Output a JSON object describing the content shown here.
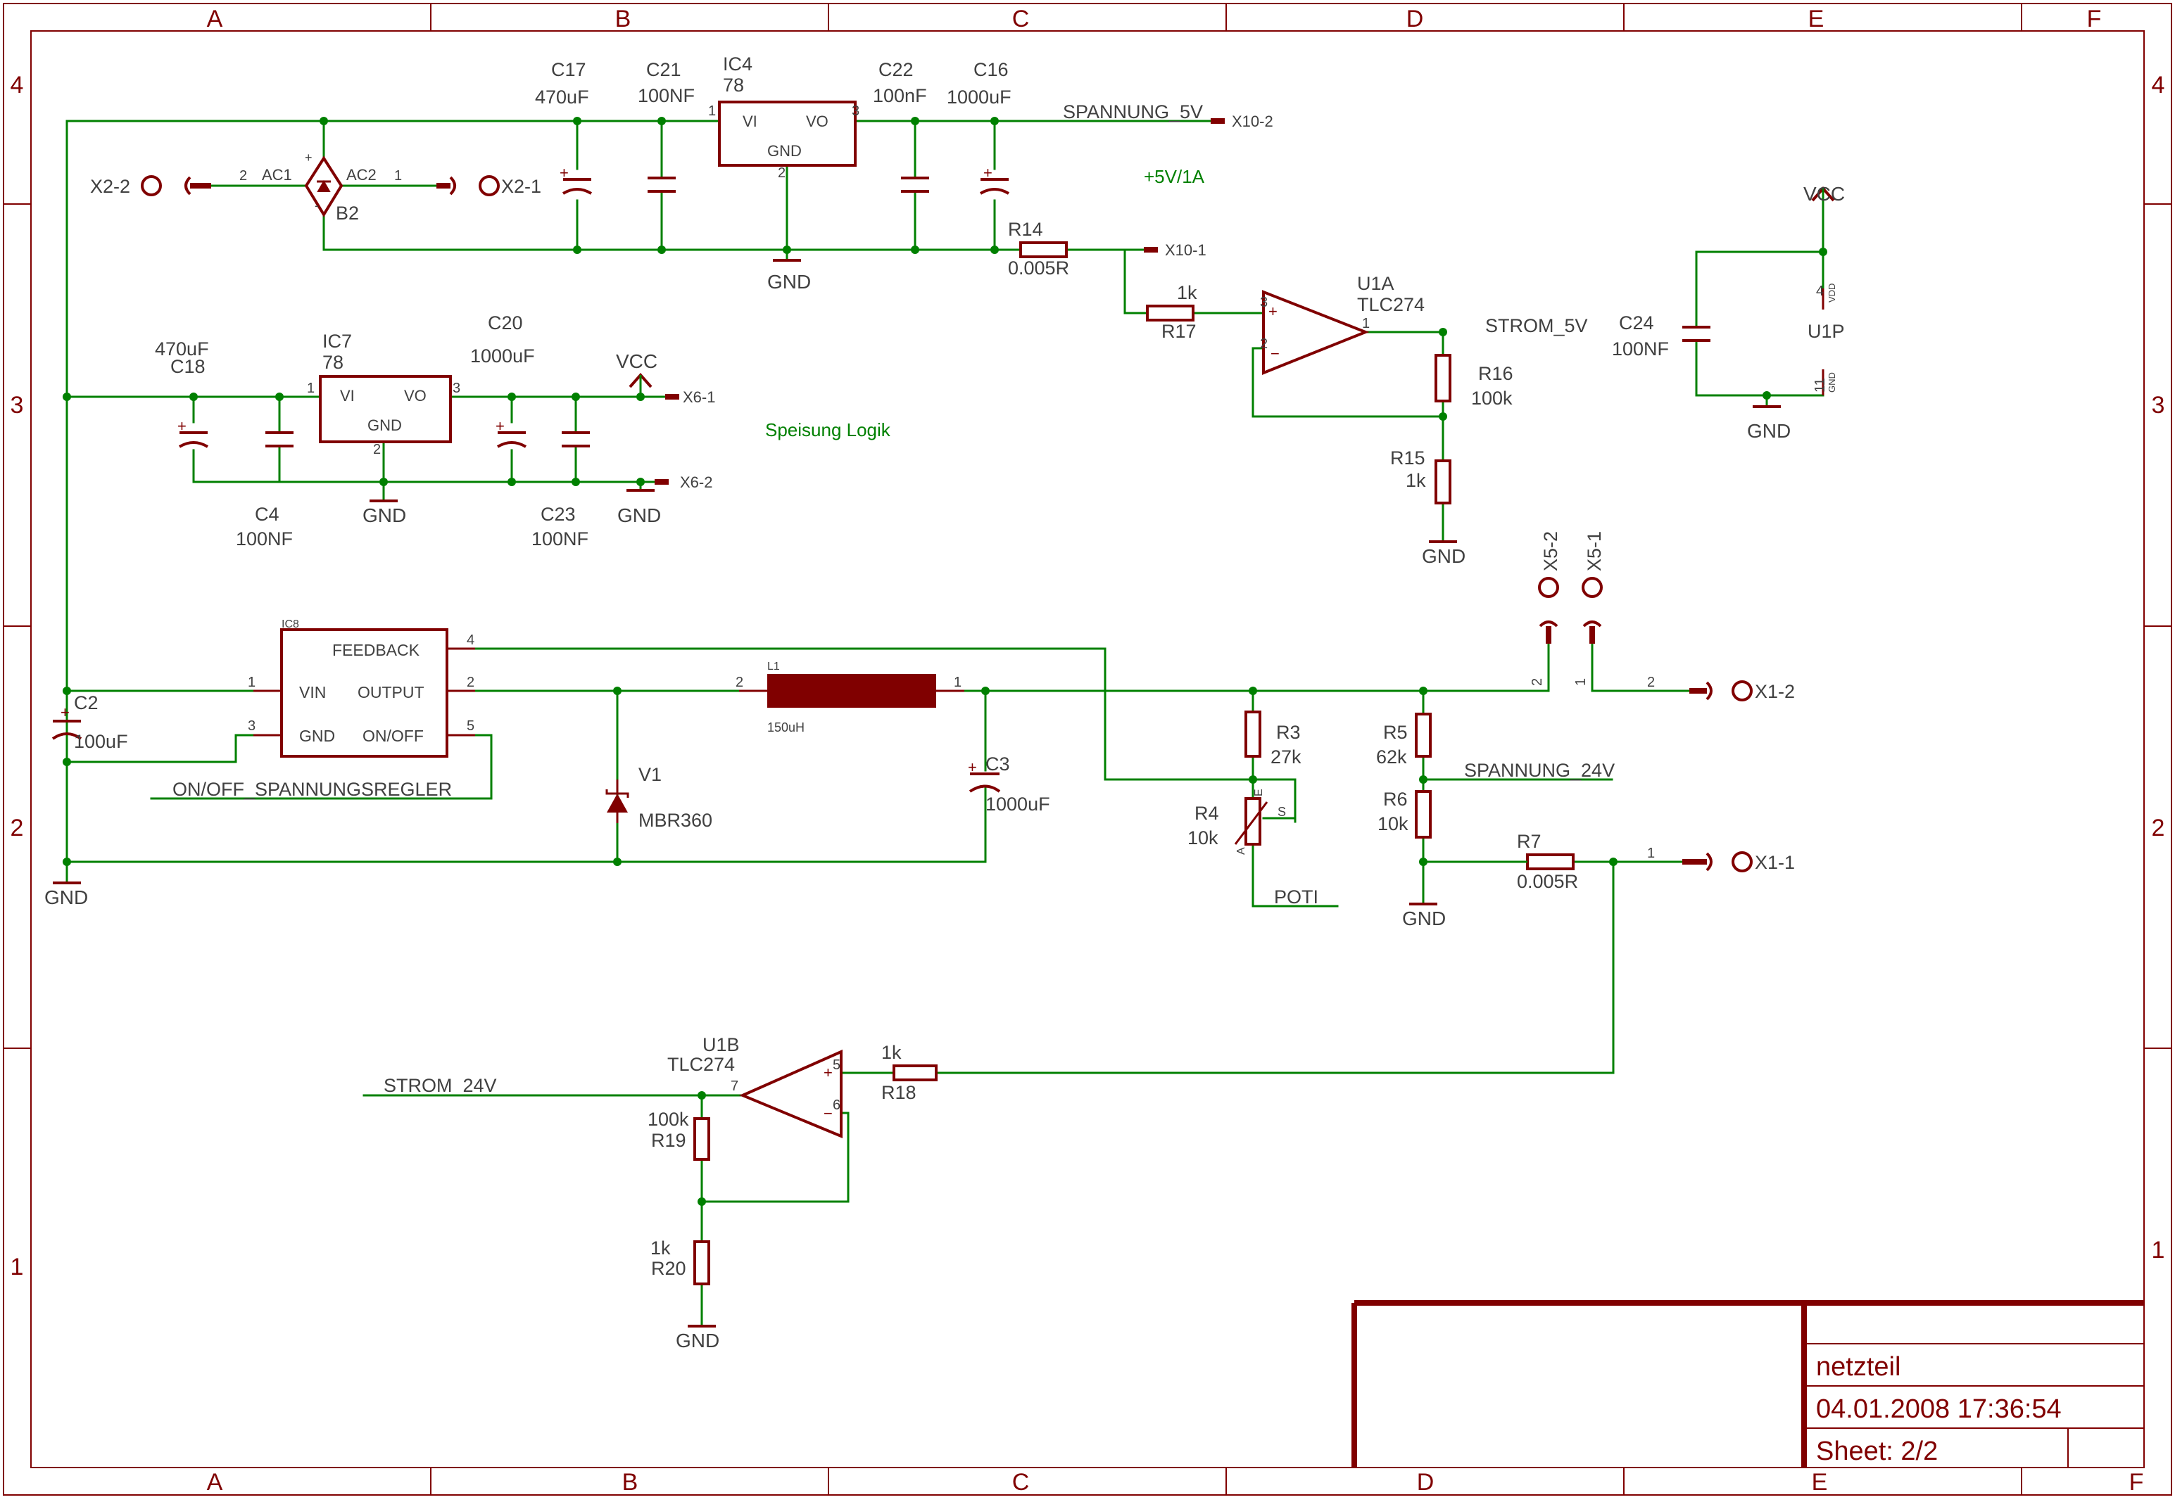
{
  "frame": {
    "columns": [
      "A",
      "B",
      "C",
      "D",
      "E",
      "F"
    ],
    "rows": [
      "4",
      "3",
      "2",
      "1"
    ]
  },
  "title_block": {
    "name": "netzteil",
    "datetime": "04.01.2008 17:36:54",
    "sheet": "Sheet: 2/2"
  },
  "colors": {
    "part": "#800000",
    "net": "#008000",
    "frame": "#800000",
    "label": "#404040"
  },
  "notes": {
    "speisung": "Speisung Logik",
    "rating": "+5V/1A"
  },
  "nets": {
    "spannung_5v": "SPANNUNG_5V",
    "strom_5v": "STROM_5V",
    "spannung_24v": "SPANNUNG_24V",
    "strom_24v": "STROM_24V",
    "onoff": "ON/OFF_SPANNUNGSREGLER",
    "poti": "POTI"
  },
  "connectors": {
    "x2_2": "X2-2",
    "x2_1": "X2-1",
    "x10_2": "X10-2",
    "x10_1": "X10-1",
    "x6_1": "X6-1",
    "x6_2": "X6-2",
    "x1_2": "X1-2",
    "x1_1": "X1-1",
    "x5_2": "X5-2",
    "x5_1": "X5-1"
  },
  "supply": {
    "vcc": "VCC",
    "gnd": "GND"
  },
  "pins": {
    "p1": "1",
    "p2": "2",
    "p3": "3",
    "p4": "4",
    "p5": "5",
    "p6": "6",
    "p7": "7",
    "p11": "11"
  },
  "parts": {
    "c17": {
      "name": "C17",
      "value": "470uF"
    },
    "c21": {
      "name": "C21",
      "value": "100NF"
    },
    "ic4": {
      "name": "IC4",
      "value": "78",
      "vi": "VI",
      "vo": "VO",
      "gnd": "GND"
    },
    "c22": {
      "name": "C22",
      "value": "100nF"
    },
    "c16": {
      "name": "C16",
      "value": "1000uF"
    },
    "r14": {
      "name": "R14",
      "value": "0.005R"
    },
    "b2": {
      "name": "B2",
      "ac1": "AC1",
      "ac2": "AC2",
      "plus": "+",
      "minus": "-"
    },
    "ic7": {
      "name": "IC7",
      "value": "78",
      "vi": "VI",
      "vo": "VO",
      "gnd": "GND"
    },
    "c18": {
      "name": "C18",
      "value": "470uF"
    },
    "c20": {
      "name": "C20",
      "value": "1000uF"
    },
    "c4": {
      "name": "C4",
      "value": "100NF"
    },
    "c23": {
      "name": "C23",
      "value": "100NF"
    },
    "r17": {
      "name": "R17",
      "value": "1k"
    },
    "u1a": {
      "name": "U1A",
      "value": "TLC274"
    },
    "r16": {
      "name": "R16",
      "value": "100k"
    },
    "r15": {
      "name": "R15",
      "value": "1k"
    },
    "c24": {
      "name": "C24",
      "value": "100NF"
    },
    "u1p": {
      "name": "U1P",
      "vdd": "VDD",
      "gnd": "GND"
    },
    "ic8": {
      "name": "IC8",
      "feedback": "FEEDBACK",
      "vin": "VIN",
      "output": "OUTPUT",
      "gnd": "GND",
      "onoff": "ON/OFF"
    },
    "c2": {
      "name": "C2",
      "value": "100uF"
    },
    "l1": {
      "name": "L1",
      "value": "150uH"
    },
    "v1": {
      "name": "V1",
      "value": "MBR360"
    },
    "c3": {
      "name": "C3",
      "value": "1000uF"
    },
    "r3": {
      "name": "R3",
      "value": "27k"
    },
    "r4": {
      "name": "R4",
      "value": "10k",
      "a": "A",
      "e": "E",
      "s": "S"
    },
    "r5": {
      "name": "R5",
      "value": "62k"
    },
    "r6": {
      "name": "R6",
      "value": "10k"
    },
    "r7": {
      "name": "R7",
      "value": "0.005R"
    },
    "u1b": {
      "name": "U1B",
      "value": "TLC274"
    },
    "r18": {
      "name": "R18",
      "value": "1k"
    },
    "r19": {
      "name": "R19",
      "value": "100k"
    },
    "r20": {
      "name": "R20",
      "value": "1k"
    }
  }
}
